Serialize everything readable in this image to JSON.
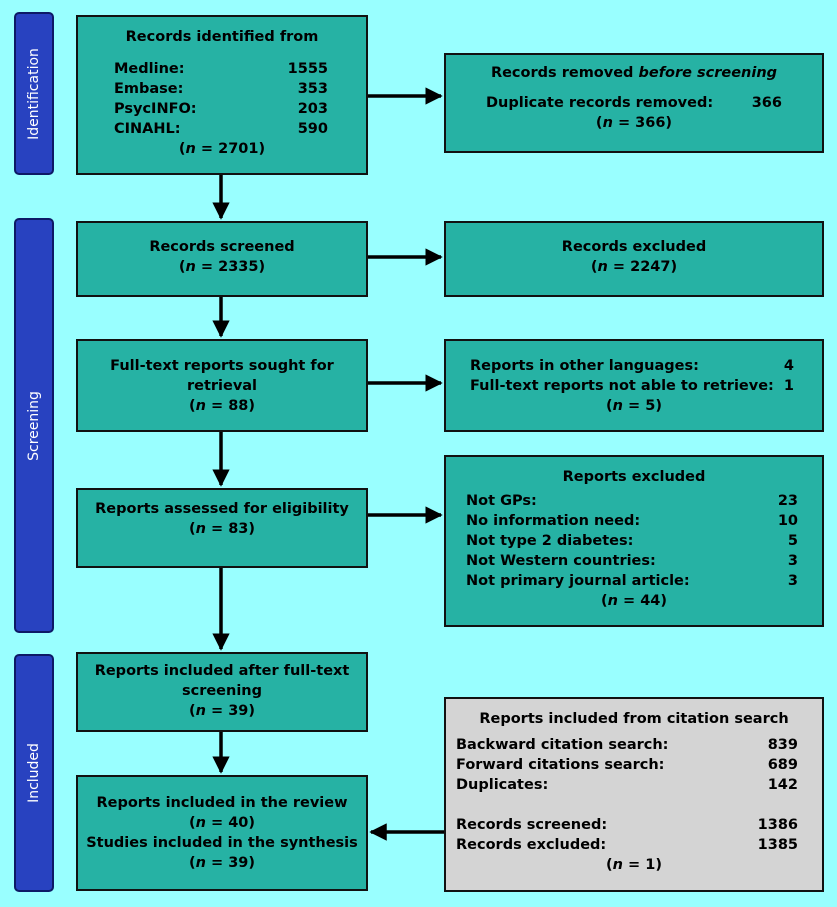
{
  "phases": {
    "identification": "Identification",
    "screening": "Screening",
    "included": "Included"
  },
  "identified": {
    "title": "Records identified from",
    "sources": [
      {
        "name": "Medline:",
        "count": "1555"
      },
      {
        "name": "Embase:",
        "count": "353"
      },
      {
        "name": "PsycINFO:",
        "count": "203"
      },
      {
        "name": "CINAHL:",
        "count": "590"
      }
    ],
    "n": "2701"
  },
  "removed": {
    "title": "Records removed",
    "title_emph": "before screening",
    "item_label": "Duplicate records removed:",
    "item_count": "366",
    "n": "366"
  },
  "screened": {
    "title": "Records screened",
    "n": "2335"
  },
  "excluded": {
    "title": "Records excluded",
    "n": "2247"
  },
  "sought": {
    "line1": "Full-text reports sought for",
    "line2": "retrieval",
    "n": "88"
  },
  "not_retrieved": {
    "items": [
      {
        "label": "Reports in other languages:",
        "count": "4"
      },
      {
        "label": "Full-text reports not able to retrieve:",
        "count": "1"
      }
    ],
    "n": "5"
  },
  "assessed": {
    "title": "Reports assessed for eligibility",
    "n": "83"
  },
  "reports_excluded": {
    "title": "Reports excluded",
    "items": [
      {
        "label": "Not GPs:",
        "count": "23"
      },
      {
        "label": "No information need:",
        "count": "10"
      },
      {
        "label": "Not type 2 diabetes:",
        "count": "5"
      },
      {
        "label": "Not Western countries:",
        "count": "3"
      },
      {
        "label": "Not primary journal article:",
        "count": "3"
      }
    ],
    "n": "44"
  },
  "included_fulltext": {
    "line1": "Reports included after full-text",
    "line2": "screening",
    "n": "39"
  },
  "citation": {
    "title": "Reports included from citation search",
    "items": [
      {
        "label": "Backward citation search:",
        "count": "839"
      },
      {
        "label": "Forward citations search:",
        "count": "689"
      },
      {
        "label": "Duplicates:",
        "count": "142"
      }
    ],
    "items2": [
      {
        "label": "Records screened:",
        "count": "1386"
      },
      {
        "label": "Records excluded:",
        "count": "1385"
      }
    ],
    "n": "1"
  },
  "review": {
    "line1": "Reports included in the review",
    "n1": "40",
    "line2": "Studies included in the synthesis",
    "n2": "39"
  },
  "n_label": "n",
  "colors": {
    "background": "#99ffff",
    "box": "#26b2a4",
    "side_box": "#d4d4d4",
    "phase": "#2842c0"
  }
}
